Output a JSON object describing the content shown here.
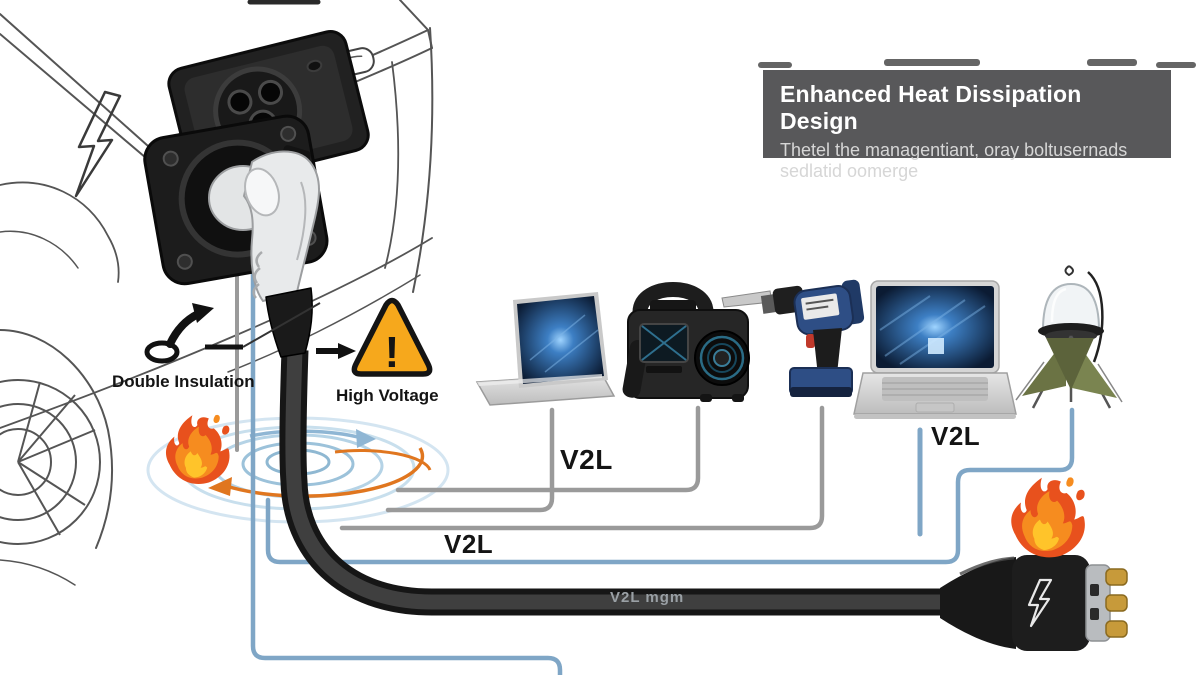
{
  "callout": {
    "title": "Enhanced Heat Dissipation Design",
    "line1": "Thetel the managentiant, oray boltusernads",
    "line2": "sedlatid oomerge"
  },
  "labels": {
    "double_insulation": "Double Insulation",
    "high_voltage": "High Voltage",
    "v2l_upper": "V2L",
    "v2l_lower": "V2L",
    "v2l_right": "V2L",
    "cable_text": "V2L mgm",
    "warning_symbol": "!"
  },
  "devices": [
    {
      "icon": "laptop-icon"
    },
    {
      "icon": "portable-power-station-icon"
    },
    {
      "icon": "cordless-drill-icon"
    },
    {
      "icon": "laptop-icon"
    },
    {
      "icon": "camping-lantern-icon"
    }
  ],
  "icons": [
    "lightning-bolt-sketch-icon",
    "curved-arrow-icon",
    "warning-triangle-icon",
    "flame-icon",
    "heat-swirl-icon",
    "v2l-connector-icon"
  ],
  "colors": {
    "callout_bg": "#58585a",
    "callout_title": "#ffffff",
    "callout_text": "#d6d6d6",
    "line_gray": "#9a9a9a",
    "line_blue": "#7fa6c6",
    "cable_black": "#1a1a1a",
    "swirl_blue": "#c9dfee",
    "spiral_orange": "#e0761f",
    "warning_orange": "#f6a81c",
    "flame_outer": "#e8511d",
    "flame_mid": "#f68c1f",
    "flame_inner": "#ffc42a",
    "pin_gold": "#c79a3a"
  }
}
